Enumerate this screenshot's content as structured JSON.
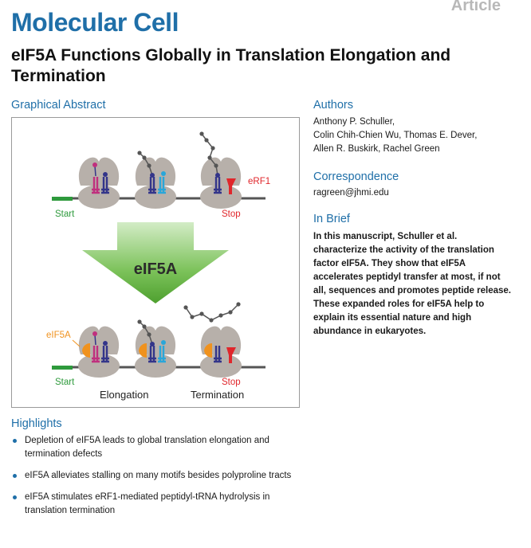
{
  "header": {
    "article_tag": "Article",
    "journal": "Molecular Cell",
    "title": "eIF5A Functions Globally in Translation Elongation and Termination"
  },
  "graphical_abstract": {
    "heading": "Graphical Abstract",
    "labels": {
      "start_top": "Start",
      "stop_top": "Stop",
      "erf1": "eRF1",
      "arrow_label": "eIF5A",
      "eif5a_factor": "eIF5A",
      "start_bottom": "Start",
      "stop_bottom": "Stop",
      "elongation": "Elongation",
      "termination": "Termination"
    },
    "colors": {
      "arrow": "#5aad3c",
      "start_mark": "#2e9a3c",
      "stop_mark": "#e0262b",
      "erf1": "#e0262b",
      "eif5a": "#f0921e",
      "trna_cyan": "#2aa6d9",
      "trna_magenta": "#c0307e",
      "trna_indigo": "#33358a",
      "ribosome": "#b7b0aa",
      "mrna": "#555555"
    }
  },
  "authors": {
    "heading": "Authors",
    "lines": [
      "Anthony P. Schuller,",
      "Colin Chih-Chien Wu, Thomas E. Dever,",
      "Allen R. Buskirk, Rachel Green"
    ]
  },
  "correspondence": {
    "heading": "Correspondence",
    "email": "ragreen@jhmi.edu"
  },
  "in_brief": {
    "heading": "In Brief",
    "text": "In this manuscript, Schuller et al. characterize the activity of the translation factor eIF5A. They show that eIF5A accelerates peptidyl transfer at most, if not all, sequences and promotes peptide release. These expanded roles for eIF5A help to explain its essential nature and high abundance in eukaryotes."
  },
  "highlights": {
    "heading": "Highlights",
    "items": [
      "Depletion of eIF5A leads to global translation elongation and termination defects",
      "eIF5A alleviates stalling on many motifs besides polyproline tracts",
      "eIF5A stimulates eRF1-mediated peptidyl-tRNA hydrolysis in translation termination"
    ]
  }
}
